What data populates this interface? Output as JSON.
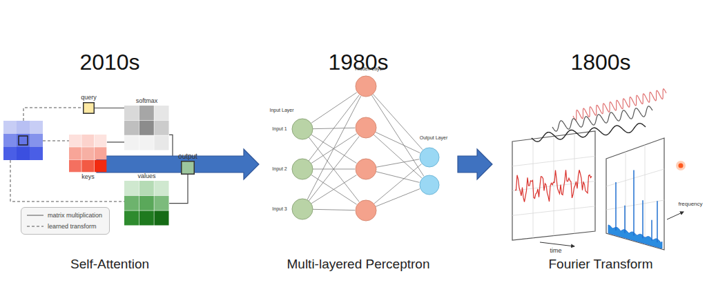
{
  "diagram": {
    "nodes": [
      {
        "text": [
          "2010s",
          "Self-Attention"
        ]
      },
      {
        "text": [
          "query"
        ],
        "in": 0
      },
      {
        "text": [
          "keys"
        ],
        "in": 0
      },
      {
        "text": [
          "softmax"
        ],
        "in": 0
      },
      {
        "text": [
          "values"
        ],
        "in": 0
      },
      {
        "text": [
          "output"
        ],
        "in": 0
      },
      {
        "text": [
          "1980s",
          "Multi-layered Perceptron"
        ]
      },
      {
        "text": [
          "1800s",
          "Fourier Transform"
        ]
      }
    ],
    "edges": [
      {
        "from": 1,
        "to": 3,
        "arrow": "none"
      },
      {
        "from": 2,
        "to": 3,
        "arrow": "none"
      },
      {
        "from": 3,
        "to": 5,
        "arrow": "none"
      },
      {
        "from": 4,
        "to": 5,
        "arrow": "none"
      },
      {
        "from": 0,
        "to": 6,
        "arrow": "to"
      },
      {
        "from": 6,
        "to": 7,
        "arrow": "to"
      }
    ],
    "labels": [
      "Input Layer",
      "Hidden Layer",
      "Output Layer",
      "Input 1",
      "Input 2",
      "Input 3",
      "time",
      "frequency"
    ],
    "legend": [
      {
        "text": "matrix multiplication"
      },
      {
        "text": "learned transform"
      }
    ]
  }
}
